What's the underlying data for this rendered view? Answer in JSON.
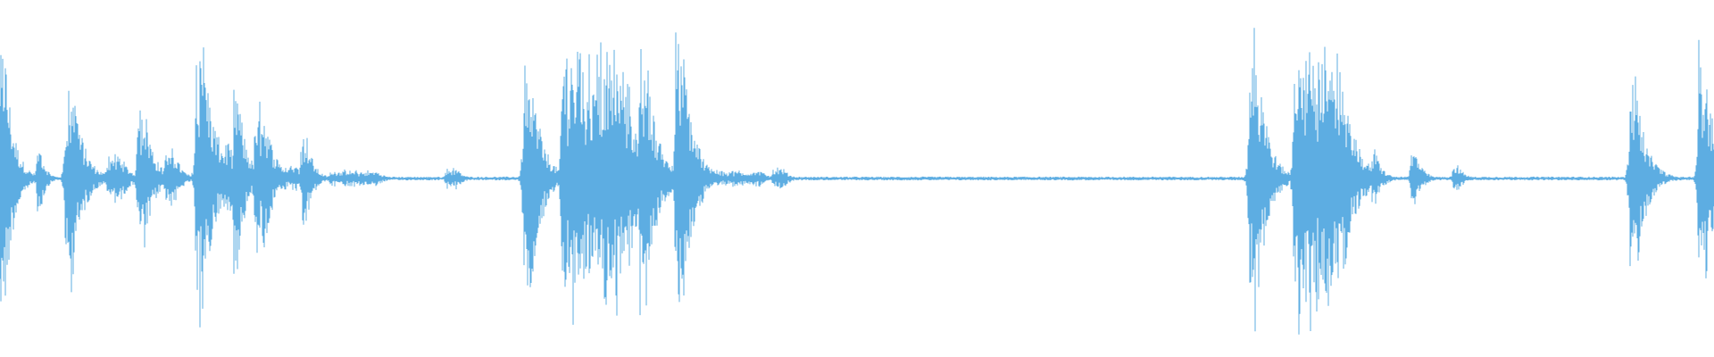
{
  "waveform": {
    "color": "#5dade2",
    "bursts": [
      {
        "t": 0.0,
        "amp": 0.5,
        "width": 0.004,
        "decay": 0.01
      },
      {
        "t": 0.042,
        "amp": 0.12,
        "width": 0.003,
        "decay": 0.006
      },
      {
        "t": 0.074,
        "amp": 0.4,
        "width": 0.005,
        "decay": 0.012
      },
      {
        "t": 0.083,
        "amp": 0.11,
        "width": 0.01,
        "decay": 0.012
      },
      {
        "t": 0.12,
        "amp": 0.09,
        "width": 0.014,
        "decay": 0.01
      },
      {
        "t": 0.155,
        "amp": 0.3,
        "width": 0.005,
        "decay": 0.01
      },
      {
        "t": 0.185,
        "amp": 0.1,
        "width": 0.01,
        "decay": 0.008
      },
      {
        "t": 0.22,
        "amp": 0.52,
        "width": 0.006,
        "decay": 0.013
      },
      {
        "t": 0.243,
        "amp": 0.14,
        "width": 0.012,
        "decay": 0.01
      },
      {
        "t": 0.262,
        "amp": 0.33,
        "width": 0.003,
        "decay": 0.01
      },
      {
        "t": 0.286,
        "amp": 0.27,
        "width": 0.008,
        "decay": 0.012
      },
      {
        "t": 0.312,
        "amp": 0.05,
        "width": 0.02,
        "decay": 0.01
      },
      {
        "t": 0.338,
        "amp": 0.2,
        "width": 0.003,
        "decay": 0.008
      },
      {
        "t": 0.37,
        "amp": 0.03,
        "width": 0.05,
        "decay": 0.01
      },
      {
        "t": 0.5,
        "amp": 0.04,
        "width": 0.01,
        "decay": 0.008
      },
      {
        "t": 0.587,
        "amp": 0.46,
        "width": 0.006,
        "decay": 0.012
      },
      {
        "t": 0.6,
        "amp": 0.1,
        "width": 0.01,
        "decay": 0.01
      },
      {
        "t": 0.63,
        "amp": 0.52,
        "width": 0.018,
        "decay": 0.015
      },
      {
        "t": 0.66,
        "amp": 0.48,
        "width": 0.03,
        "decay": 0.015
      },
      {
        "t": 0.69,
        "amp": 0.4,
        "width": 0.012,
        "decay": 0.012
      },
      {
        "t": 0.717,
        "amp": 0.46,
        "width": 0.006,
        "decay": 0.012
      },
      {
        "t": 0.735,
        "amp": 0.1,
        "width": 0.012,
        "decay": 0.01
      },
      {
        "t": 0.757,
        "amp": 0.5,
        "width": 0.006,
        "decay": 0.013
      },
      {
        "t": 0.775,
        "amp": 0.06,
        "width": 0.015,
        "decay": 0.01
      },
      {
        "t": 0.8,
        "amp": 0.03,
        "width": 0.05,
        "decay": 0.01
      },
      {
        "t": 0.866,
        "amp": 0.04,
        "width": 0.01,
        "decay": 0.008
      },
      {
        "t": 1.4,
        "amp": 0.55,
        "width": 0.005,
        "decay": 0.012
      },
      {
        "t": 1.41,
        "amp": 0.12,
        "width": 0.012,
        "decay": 0.01
      },
      {
        "t": 1.45,
        "amp": 0.52,
        "width": 0.035,
        "decay": 0.015
      },
      {
        "t": 1.48,
        "amp": 0.44,
        "width": 0.02,
        "decay": 0.015
      },
      {
        "t": 1.51,
        "amp": 0.06,
        "width": 0.015,
        "decay": 0.01
      },
      {
        "t": 1.537,
        "amp": 0.1,
        "width": 0.003,
        "decay": 0.008
      },
      {
        "t": 1.581,
        "amp": 0.1,
        "width": 0.004,
        "decay": 0.008
      },
      {
        "t": 1.628,
        "amp": 0.05,
        "width": 0.004,
        "decay": 0.008
      },
      {
        "t": 1.826,
        "amp": 0.4,
        "width": 0.004,
        "decay": 0.012
      },
      {
        "t": 1.84,
        "amp": 0.05,
        "width": 0.015,
        "decay": 0.008
      },
      {
        "t": 1.903,
        "amp": 0.46,
        "width": 0.005,
        "decay": 0.012
      },
      {
        "t": 1.915,
        "amp": 0.12,
        "width": 0.008,
        "decay": 0.008
      }
    ]
  }
}
